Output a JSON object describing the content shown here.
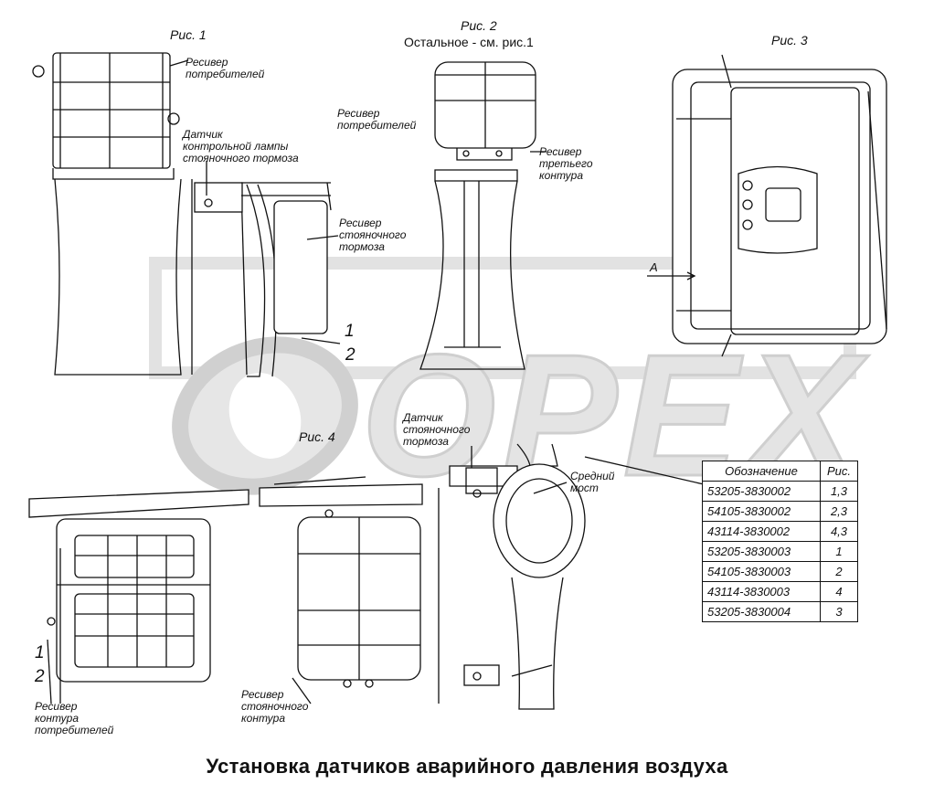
{
  "figures": {
    "fig1": "Рис. 1",
    "fig2": "Рис. 2",
    "fig2_note": "Остальное - см. рис.1",
    "fig3": "Рис. 3",
    "fig4": "Рис. 4"
  },
  "labels": {
    "fig1_receiver_consumers": "Ресивер\nпотребителей",
    "fig1_sensor_lamp": "Датчик\nконтрольной лампы\nстояночного тормоза",
    "fig1_receiver_parking": "Ресивер\nстояночного\nтормоза",
    "fig1_num1": "1",
    "fig1_num2": "2",
    "fig2_receiver_consumers": "Ресивер\nпотребителей",
    "fig2_receiver_third": "Ресивер\nтретьего\nконтура",
    "fig3_view_a": "A",
    "fig4_sensor_parking": "Датчик\nстояночного\nтормоза",
    "fig4_middle_axle": "Средний\nмост",
    "fig4_num1": "1",
    "fig4_num2": "2",
    "fig4_receiver_consumers_circuit": "Ресивер\nконтура\nпотребителей",
    "fig4_receiver_parking_circuit": "Ресивер\nстояночного\nконтура"
  },
  "watermark": "OPEX",
  "table": {
    "headers": [
      "Обозначение",
      "Рис."
    ],
    "rows": [
      [
        "53205-3830002",
        "1,3"
      ],
      [
        "54105-3830002",
        "2,3"
      ],
      [
        "43114-3830002",
        "4,3"
      ],
      [
        "53205-3830003",
        "1"
      ],
      [
        "54105-3830003",
        "2"
      ],
      [
        "43114-3830003",
        "4"
      ],
      [
        "53205-3830004",
        "3"
      ]
    ]
  },
  "title": "Установка датчиков аварийного давления воздуха"
}
